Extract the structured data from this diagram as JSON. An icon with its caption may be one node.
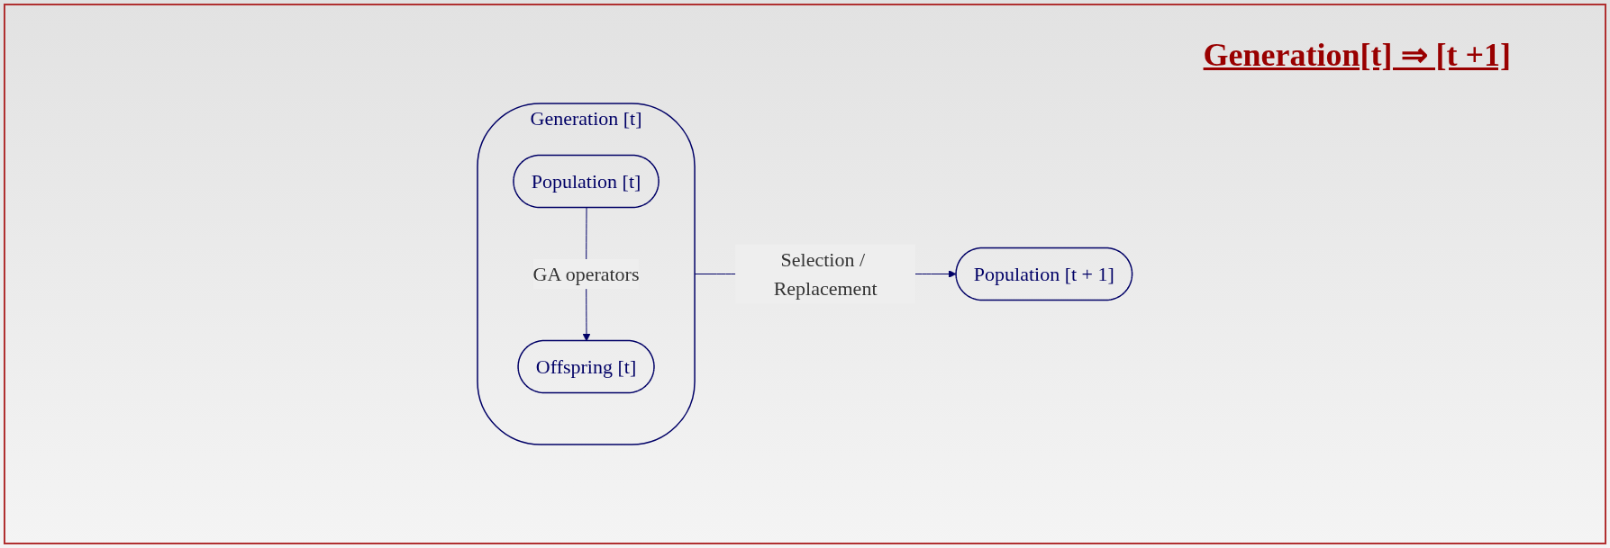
{
  "diagram": {
    "title": "Generation[t] ⇒ [t +1]",
    "nodes": [
      {
        "text": [
          "Generation [t]"
        ]
      },
      {
        "text": [
          "Population [t]"
        ],
        "in": 0
      },
      {
        "text": [
          "Offspring [t]"
        ],
        "in": 0
      },
      {
        "text": [
          "Population [t + 1]"
        ]
      }
    ],
    "edges": [
      {
        "from": 1,
        "to": 2,
        "arrow": "to",
        "label": "GA operators"
      },
      {
        "from": 0,
        "to": 3,
        "arrow": "to",
        "label": "Selection / Replacement"
      }
    ]
  }
}
